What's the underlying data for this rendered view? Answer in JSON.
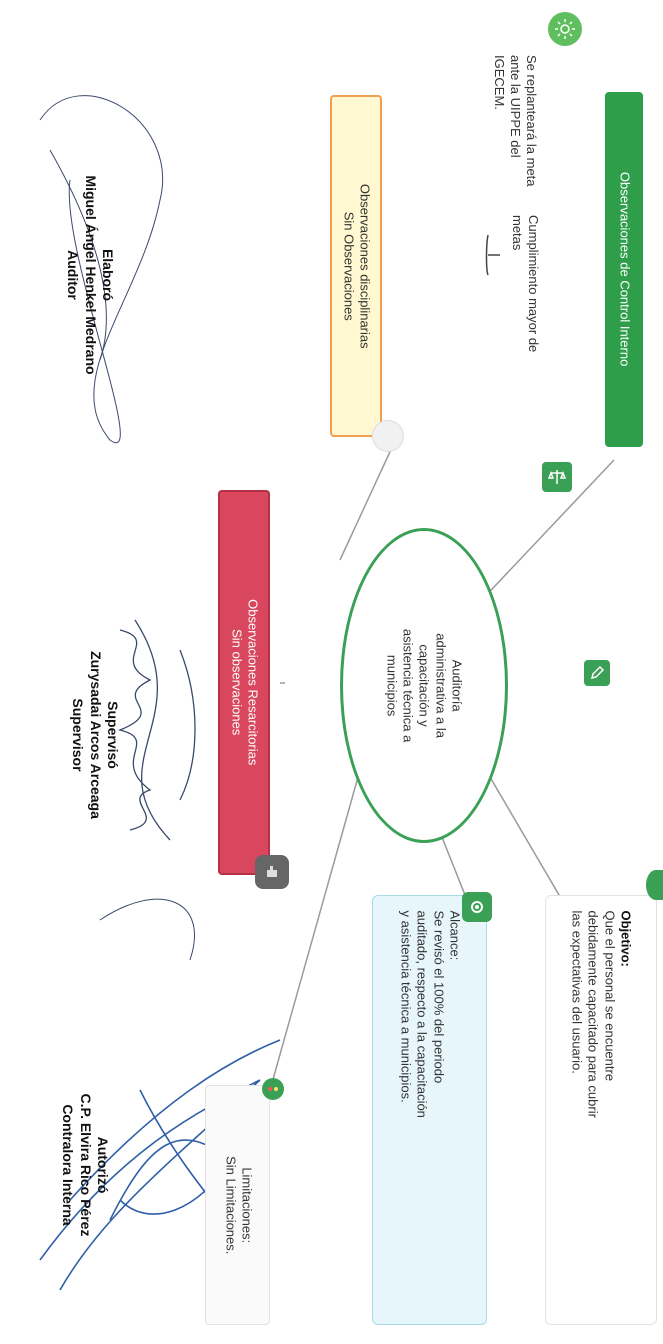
{
  "center": {
    "lines": [
      "Auditoría",
      "administrativa a la",
      "capacitación y",
      "asistencia técnica a",
      "municipios"
    ]
  },
  "control_interno": {
    "label": "Observaciones de Control Interno"
  },
  "meta": {
    "left_lines": [
      "Se replanteará la meta",
      "ante la UIPPE del",
      "IGECEM."
    ],
    "right_lines": [
      "Cumplimiento mayor de",
      "metas"
    ]
  },
  "disciplinarias": {
    "lines": [
      "Observaciones disciplinarias",
      "Sin Observaciones"
    ]
  },
  "resarcitorias": {
    "lines": [
      "Observaciones Resarcitorias",
      "Sin observaciones"
    ]
  },
  "objetivo": {
    "title": "Objetivo:",
    "lines": [
      "Que el personal se encuentre",
      "debidamente capacitado para cubrir",
      "las expectativas del usuario."
    ]
  },
  "alcance": {
    "lines": [
      "Alcance:",
      "Se revisó el 100% del periodo",
      "auditado, respecto a la capacitación",
      "y asistencia técnica a municipios."
    ]
  },
  "limitaciones": {
    "lines": [
      "Limitaciones:",
      "Sin Limitaciones."
    ]
  },
  "elaboro": {
    "role": "Elaboró",
    "name": "Miguel Ángel Henkel Medrano",
    "title": "Auditor"
  },
  "superviso": {
    "role": "Supervisó",
    "name": "Zurysadai Arcos Arceaga",
    "title": "Supervisor"
  },
  "autorizo": {
    "role": "Autorizó",
    "name": "C.P. Elvira Rico Pérez",
    "title": "Contralora Interna"
  },
  "colors": {
    "green": "#2e9e4a",
    "red": "#d9475e",
    "yellow": "#fff8d0",
    "orange": "#f0a050",
    "blue_light": "#e6f6fb",
    "blue_border": "#a6dde8"
  },
  "icons": [
    "sun-icon",
    "balance-icon",
    "pencil-icon",
    "gear-icon",
    "traffic-light-icon",
    "hand-icon",
    "target-icon"
  ]
}
